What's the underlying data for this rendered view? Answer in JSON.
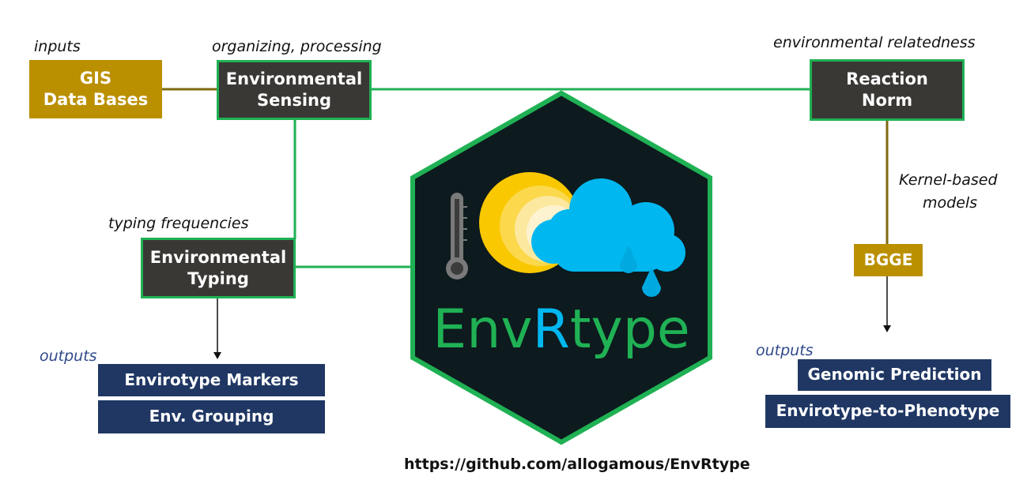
{
  "labels": {
    "inputs": "inputs",
    "organizing": "organizing, processing",
    "relatedness": "environmental relatedness",
    "typing_freq": "typing frequencies",
    "kernel_line1": "Kernel-based",
    "kernel_line2": "models",
    "outputs_left": "outputs",
    "outputs_right": "outputs"
  },
  "boxes": {
    "gis": [
      "GIS",
      "Data Bases"
    ],
    "sensing": [
      "Environmental",
      "Sensing"
    ],
    "reaction": [
      "Reaction",
      "Norm"
    ],
    "typing": [
      "Environmental",
      "Typing"
    ],
    "bgge": "BGGE",
    "envirotype_markers": "Envirotype Markers",
    "env_grouping": "Env. Grouping",
    "genomic_prediction": "Genomic Prediction",
    "envirotype_to_phenotype": "Envirotype-to-Phenotype"
  },
  "logo": {
    "text_part1": "Env",
    "text_part2": "R",
    "text_part3": "type"
  },
  "footer": {
    "url": "https://github.com/allogamous/EnvRtype"
  },
  "colors": {
    "green": "#1fb154",
    "gold": "#bb9000",
    "brown_line": "#7f6a10",
    "navy": "#203764",
    "dark_box": "#3a3835",
    "hex_fill": "#0d1a1e",
    "cyan": "#00b7ef",
    "sun_yellow": "#f9c800"
  }
}
